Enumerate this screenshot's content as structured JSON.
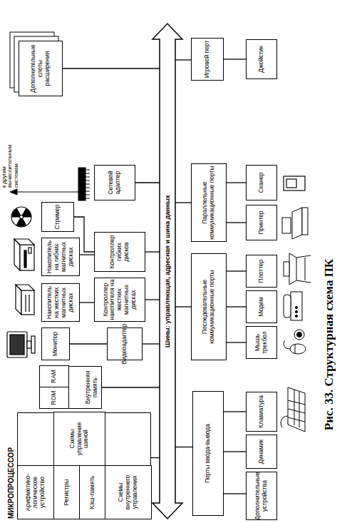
{
  "diagram": {
    "caption": "Рис. 33. Структурная схема ПК",
    "nodes": [
      {
        "text": [
          "МИКРОПРОЦЕССОР"
        ]
      },
      {
        "text": [
          "Арифметико-логическое устройство"
        ],
        "in": 0
      },
      {
        "text": [
          "Регистры"
        ],
        "in": 0
      },
      {
        "text": [
          "Кэш-память"
        ],
        "in": 0
      },
      {
        "text": [
          "Схемы внутреннего управления"
        ],
        "in": 0
      },
      {
        "text": [
          "Схемы управления шиной"
        ],
        "in": 0
      },
      {
        "text": [
          "Внутренняя память"
        ]
      },
      {
        "text": [
          "ROM"
        ],
        "in": 6
      },
      {
        "text": [
          "RAM"
        ],
        "in": 6
      },
      {
        "text": [
          "Монитор"
        ]
      },
      {
        "text": [
          "Видеоадаптер"
        ]
      },
      {
        "text": [
          "Накопитель на жестких магнитных дисках"
        ]
      },
      {
        "text": [
          "Контроллер накопителя на жестких магнитных дисках"
        ]
      },
      {
        "text": [
          "Накопитель на гибких магнитных дисках"
        ]
      },
      {
        "text": [
          "Контроллер гибких дисков"
        ]
      },
      {
        "text": [
          "Стример"
        ]
      },
      {
        "text": [
          "Сетевой адаптер"
        ]
      },
      {
        "text": [
          "Дополнительные слоты расширения"
        ]
      },
      {
        "text": [
          "Шины: управляющая, адресная и шина данных"
        ]
      },
      {
        "text": [
          "Порты ввода-вывода"
        ]
      },
      {
        "text": [
          "Последовательные коммуникационные порты"
        ]
      },
      {
        "text": [
          "Параллельные коммуникационные порты"
        ]
      },
      {
        "text": [
          "Игровой порт"
        ]
      },
      {
        "text": [
          "Дополнительные устройства"
        ]
      },
      {
        "text": [
          "Динамик"
        ]
      },
      {
        "text": [
          "Клавиатура"
        ]
      },
      {
        "text": [
          "Мышь трекбол"
        ]
      },
      {
        "text": [
          "Модем"
        ]
      },
      {
        "text": [
          "Плоттер"
        ]
      },
      {
        "text": [
          "Принтер"
        ]
      },
      {
        "text": [
          "Сканер"
        ]
      },
      {
        "text": [
          "Джойстик"
        ]
      }
    ],
    "edges": [
      {
        "from": 0,
        "to": 18,
        "arrow": "none"
      },
      {
        "from": 6,
        "to": 18,
        "arrow": "none"
      },
      {
        "from": 9,
        "to": 10,
        "arrow": "none"
      },
      {
        "from": 10,
        "to": 18,
        "arrow": "none"
      },
      {
        "from": 11,
        "to": 12,
        "arrow": "none"
      },
      {
        "from": 12,
        "to": 18,
        "arrow": "none"
      },
      {
        "from": 13,
        "to": 14,
        "arrow": "none"
      },
      {
        "from": 15,
        "to": 14,
        "arrow": "none"
      },
      {
        "from": 14,
        "to": 18,
        "arrow": "none"
      },
      {
        "from": 16,
        "to": 18,
        "arrow": "none"
      },
      {
        "from": 17,
        "to": 18,
        "arrow": "none"
      },
      {
        "from": 18,
        "to": 19,
        "arrow": "none"
      },
      {
        "from": 18,
        "to": 20,
        "arrow": "none"
      },
      {
        "from": 18,
        "to": 21,
        "arrow": "none"
      },
      {
        "from": 18,
        "to": 22,
        "arrow": "none"
      },
      {
        "from": 19,
        "to": 23,
        "arrow": "none"
      },
      {
        "from": 19,
        "to": 24,
        "arrow": "none"
      },
      {
        "from": 19,
        "to": 25,
        "arrow": "none"
      },
      {
        "from": 20,
        "to": 26,
        "arrow": "none"
      },
      {
        "from": 20,
        "to": 27,
        "arrow": "none"
      },
      {
        "from": 20,
        "to": 28,
        "arrow": "none"
      },
      {
        "from": 21,
        "to": 29,
        "arrow": "none"
      },
      {
        "from": 21,
        "to": 30,
        "arrow": "none"
      },
      {
        "from": 22,
        "to": 31,
        "arrow": "none"
      }
    ],
    "labels": [
      "к другим вычислительным системам"
    ]
  }
}
